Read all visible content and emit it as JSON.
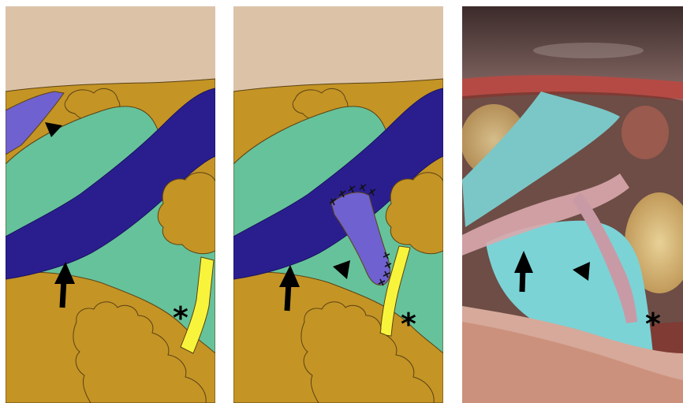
{
  "figure": {
    "panels": [
      {
        "id": "schematic-before",
        "kind": "illustration"
      },
      {
        "id": "schematic-after",
        "kind": "illustration"
      },
      {
        "id": "surgical-photo",
        "kind": "photograph"
      }
    ],
    "marker_symbols": {
      "asterisk": "*"
    },
    "colors": {
      "background_tissue": "#dcc3a8",
      "fat": "#c49425",
      "outline": "#5a4214",
      "green_structure": "#66c29a",
      "dark_blue_vessel": "#2a1e8f",
      "light_purple_vessel": "#6f61cf",
      "yellow_nerve": "#f8f43c",
      "suture_black": "#111111",
      "photo_tissue_red": "#9b3e38",
      "photo_cyan": "#7bd3d6"
    }
  }
}
